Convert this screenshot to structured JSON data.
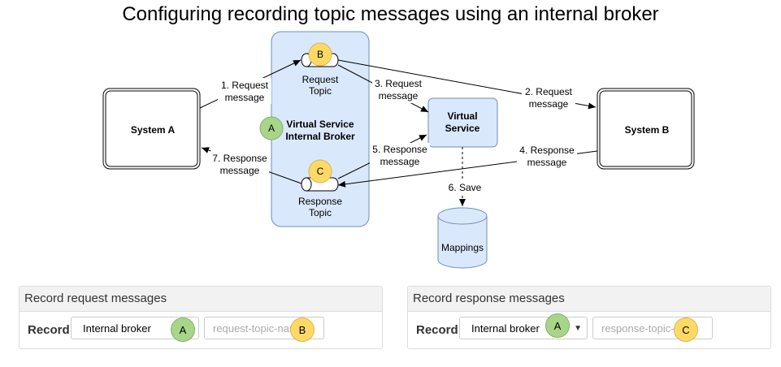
{
  "title": "Configuring recording topic messages using an internal broker",
  "nodes": {
    "system_a": "System A",
    "system_b": "System B",
    "broker": "Virtual Service Internal Broker",
    "broker_line1": "Virtual Service",
    "broker_line2": "Internal Broker",
    "virtual_service_line1": "Virtual",
    "virtual_service_line2": "Service",
    "mappings": "Mappings",
    "request_topic_line1": "Request",
    "request_topic_line2": "Topic",
    "response_topic_line1": "Response",
    "response_topic_line2": "Topic"
  },
  "markers": {
    "a": "A",
    "b": "B",
    "c": "C"
  },
  "edges": {
    "e1": [
      "1. Request",
      "message"
    ],
    "e2": [
      "2. Request",
      "message"
    ],
    "e3": [
      "3. Request",
      "message"
    ],
    "e4": [
      "4. Response",
      "message"
    ],
    "e5": [
      "5. Response",
      "message"
    ],
    "e6": [
      "6. Save"
    ],
    "e7": [
      "7. Response",
      "message"
    ]
  },
  "panels": {
    "request": {
      "heading": "Record request messages",
      "row_label": "Record",
      "broker_value": "Internal broker",
      "topic_placeholder": "request-topic-nam"
    },
    "response": {
      "heading": "Record response messages",
      "row_label": "Record",
      "broker_value": "Internal broker",
      "topic_placeholder": "response-topic-n"
    }
  },
  "colors": {
    "broker_fill": "#dae8fc",
    "broker_stroke": "#6c8ebf",
    "marker_green": "#a9d58b",
    "marker_yellow": "#ffd966"
  }
}
